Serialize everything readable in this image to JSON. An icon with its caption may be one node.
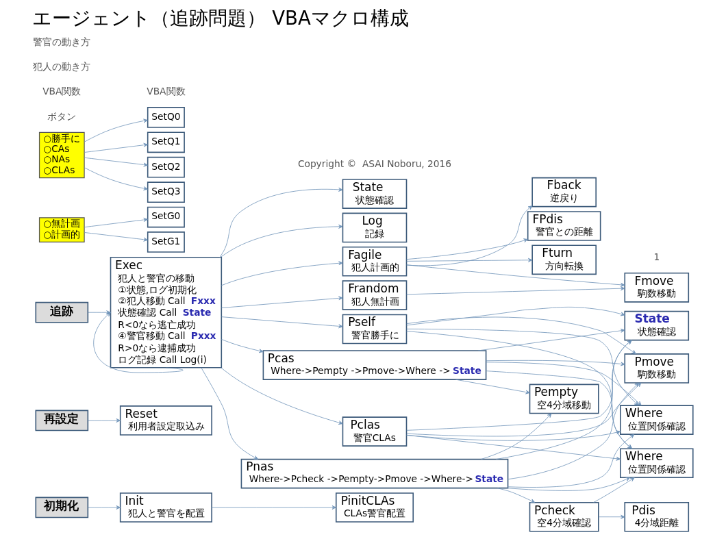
{
  "diagram": {
    "title": "エージェント（追跡問題） VBAマクロ構成",
    "nodes": [
      {
        "text": [
          "初期化"
        ]
      },
      {
        "text": [
          "Init",
          "犯人と警官を配置"
        ]
      },
      {
        "text": [
          "再設定"
        ]
      },
      {
        "text": [
          "Reset",
          "利用者設定取込み"
        ]
      },
      {
        "text": [
          "追跡"
        ]
      },
      {
        "text": [
          "Exec",
          "犯人と警官の移動",
          "①状態,ログ初期化",
          "②犯人移動 Call **Fxxx**",
          "状態確認 Call **State**",
          "R<0なら逃亡成功",
          "④警官移動 Call **Pxxx**",
          "R>0なら逮捕成功",
          "ログ記録 Call Log(i)"
        ]
      },
      {
        "text": [
          "PinitCLAs",
          "CLAs警官配置"
        ]
      },
      {
        "text": [
          "State",
          "状態確認"
        ]
      },
      {
        "text": [
          "Log",
          "記録"
        ]
      },
      {
        "text": [
          "Frandom",
          "犯人無計画"
        ]
      },
      {
        "text": [
          "Fagile",
          "犯人計画的"
        ]
      },
      {
        "text": [
          "Fmove",
          "駒数移動"
        ]
      },
      {
        "text": [
          "FPdis",
          "警官との距離"
        ]
      },
      {
        "text": [
          "Fturn",
          "方向転換"
        ]
      },
      {
        "text": [
          "Fback",
          "逆戻り"
        ]
      },
      {
        "text": [
          "Pself",
          "警官勝手に"
        ]
      },
      {
        "text": [
          "Pcas",
          "Where->Pempty ->Pmove->Where ->**State**"
        ]
      },
      {
        "text": [
          "Pnas",
          "Where->Pcheck ->Pempty->Pmove ->Where->**State**"
        ]
      },
      {
        "text": [
          "Pclas",
          "警官CLAs"
        ]
      },
      {
        "text": [
          "Pcheck",
          "空4分域確認"
        ]
      },
      {
        "text": [
          "Pempty",
          "空4分域移動"
        ]
      },
      {
        "text": [
          "Where",
          "位置関係確認"
        ]
      },
      {
        "text": [
          "Pmove",
          "駒数移動"
        ]
      },
      {
        "text": [
          "Where",
          "位置関係確認"
        ]
      },
      {
        "text": [
          "**State**",
          "状態確認"
        ]
      },
      {
        "text": [
          "Pdis",
          "4分域距離"
        ]
      },
      {
        "text": [
          "○無計画",
          "○計画的"
        ]
      },
      {
        "text": [
          "○勝手に",
          "○CAs",
          "○NAs",
          "○CLAs"
        ]
      },
      {
        "text": [
          "SetG0"
        ]
      },
      {
        "text": [
          "SetG1"
        ]
      },
      {
        "text": [
          "SetQ0"
        ]
      },
      {
        "text": [
          "SetQ1"
        ]
      },
      {
        "text": [
          "SetQ2"
        ]
      },
      {
        "text": [
          "SetQ3"
        ]
      }
    ],
    "edges": [
      {
        "from": 0,
        "to": 1,
        "arrow": "to"
      },
      {
        "from": 2,
        "to": 3,
        "arrow": "to"
      },
      {
        "from": 4,
        "to": 5,
        "arrow": "to"
      },
      {
        "from": 1,
        "to": 6,
        "arrow": "to"
      },
      {
        "from": 5,
        "to": 7,
        "arrow": "to"
      },
      {
        "from": 5,
        "to": 8,
        "arrow": "to"
      },
      {
        "from": 5,
        "to": 9,
        "arrow": "to"
      },
      {
        "from": 5,
        "to": 10,
        "arrow": "to"
      },
      {
        "from": 5,
        "to": 15,
        "arrow": "to"
      },
      {
        "from": 5,
        "to": 16,
        "arrow": "to"
      },
      {
        "from": 5,
        "to": 17,
        "arrow": "to"
      },
      {
        "from": 5,
        "to": 18,
        "arrow": "to"
      },
      {
        "from": 5,
        "to": 5,
        "arrow": "to"
      },
      {
        "from": 9,
        "to": 11,
        "arrow": "to"
      },
      {
        "from": 10,
        "to": 12,
        "arrow": "to"
      },
      {
        "from": 10,
        "to": 13,
        "arrow": "to"
      },
      {
        "from": 10,
        "to": 14,
        "arrow": "to"
      },
      {
        "from": 10,
        "to": 11,
        "arrow": "to"
      },
      {
        "from": 16,
        "to": 20,
        "arrow": "to"
      },
      {
        "from": 17,
        "to": 19,
        "arrow": "to"
      },
      {
        "from": 17,
        "to": 20,
        "arrow": "to"
      },
      {
        "from": 19,
        "to": 23,
        "arrow": "to"
      },
      {
        "from": 19,
        "to": 25,
        "arrow": "to"
      },
      {
        "from": 15,
        "to": 21,
        "arrow": "to"
      },
      {
        "from": 15,
        "to": 22,
        "arrow": "to"
      },
      {
        "from": 15,
        "to": 23,
        "arrow": "to"
      },
      {
        "from": 15,
        "to": 24,
        "arrow": "to"
      },
      {
        "from": 16,
        "to": 21,
        "arrow": "to"
      },
      {
        "from": 16,
        "to": 22,
        "arrow": "to"
      },
      {
        "from": 16,
        "to": 23,
        "arrow": "to"
      },
      {
        "from": 16,
        "to": 24,
        "arrow": "to"
      },
      {
        "from": 17,
        "to": 21,
        "arrow": "to"
      },
      {
        "from": 17,
        "to": 22,
        "arrow": "to"
      },
      {
        "from": 17,
        "to": 23,
        "arrow": "to"
      },
      {
        "from": 17,
        "to": 24,
        "arrow": "to"
      },
      {
        "from": 18,
        "to": 21,
        "arrow": "to"
      },
      {
        "from": 18,
        "to": 22,
        "arrow": "to"
      },
      {
        "from": 18,
        "to": 23,
        "arrow": "to"
      },
      {
        "from": 18,
        "to": 24,
        "arrow": "to"
      },
      {
        "from": 26,
        "to": 28,
        "arrow": "to"
      },
      {
        "from": 26,
        "to": 29,
        "arrow": "to"
      },
      {
        "from": 27,
        "to": 30,
        "arrow": "to"
      },
      {
        "from": 27,
        "to": 31,
        "arrow": "to"
      },
      {
        "from": 27,
        "to": 32,
        "arrow": "to"
      },
      {
        "from": 27,
        "to": 33,
        "arrow": "to"
      }
    ],
    "labels": [
      "ボタン",
      "VBA関数",
      "VBA関数",
      "犯人の動き方",
      "警官の動き方",
      "Copyright ©  ASAI Noboru, 2016",
      "1"
    ]
  }
}
